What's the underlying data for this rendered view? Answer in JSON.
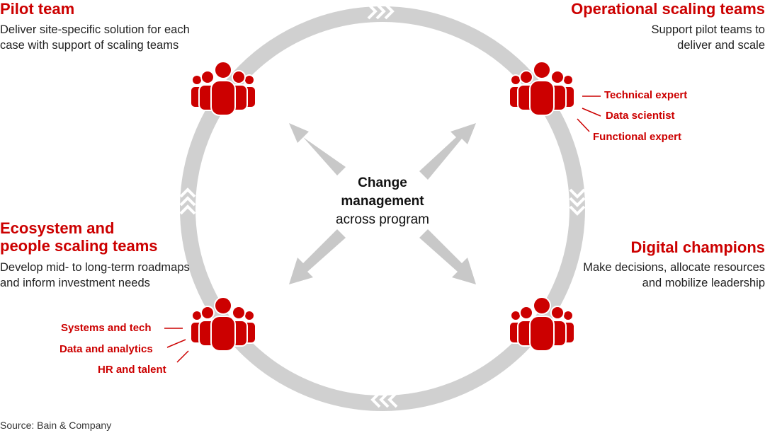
{
  "pilot": {
    "title": "Pilot team",
    "desc_line1": "Deliver site-specific solution for each",
    "desc_line2": "case with support of scaling teams"
  },
  "operational": {
    "title": "Operational scaling teams",
    "desc_line1": "Support pilot teams to",
    "desc_line2": "deliver and scale",
    "roles": [
      "Technical expert",
      "Data scientist",
      "Functional expert"
    ]
  },
  "ecosystem": {
    "title_line1": "Ecosystem and",
    "title_line2": "people scaling teams",
    "desc_line1": "Develop mid- to long-term roadmaps",
    "desc_line2": "and inform investment needs",
    "roles": [
      "Systems and tech",
      "Data and analytics",
      "HR and talent"
    ]
  },
  "digital": {
    "title": "Digital champions",
    "desc_line1": "Make decisions, allocate resources",
    "desc_line2": "and mobilize leadership"
  },
  "center": {
    "line1": "Change",
    "line2": "management",
    "line3": "across program"
  },
  "source": "Source: Bain & Company",
  "colors": {
    "accent": "#cc0000",
    "ring": "#d0d0d0",
    "arrow": "#c8c8c8"
  },
  "icons": [
    "people-group-icon",
    "chevron-icon",
    "arrow-icon"
  ]
}
